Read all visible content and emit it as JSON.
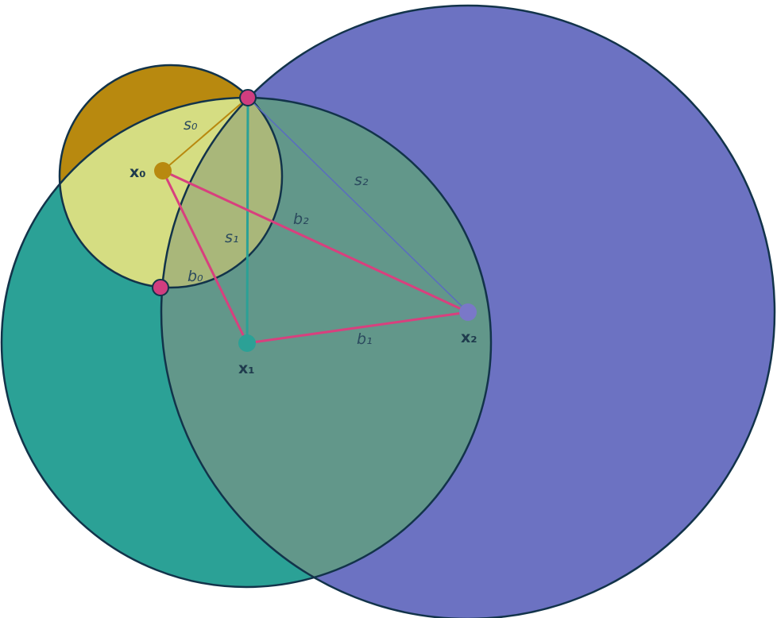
{
  "labels": {
    "x0": "x₀",
    "x1": "x₁",
    "x2": "x₂",
    "s0": "s₀",
    "s1": "s₁",
    "s2": "s₂",
    "b0": "b₀",
    "b1": "b₁",
    "b2": "b₂"
  },
  "colors": {
    "circle_x2": "#6c72c2",
    "circle_x1": "#2ba196",
    "circle_x0": "#b8890f",
    "circle_x0_lens": "#d5dd82",
    "overlap_x1_x2": "#62978a",
    "outline": "#12334a",
    "intersection_point": "#d03d7f",
    "triangle_edge": "#d8407e",
    "point_x0": "#b8890f",
    "point_x1": "#2ba196",
    "point_x2": "#7a78c8"
  }
}
